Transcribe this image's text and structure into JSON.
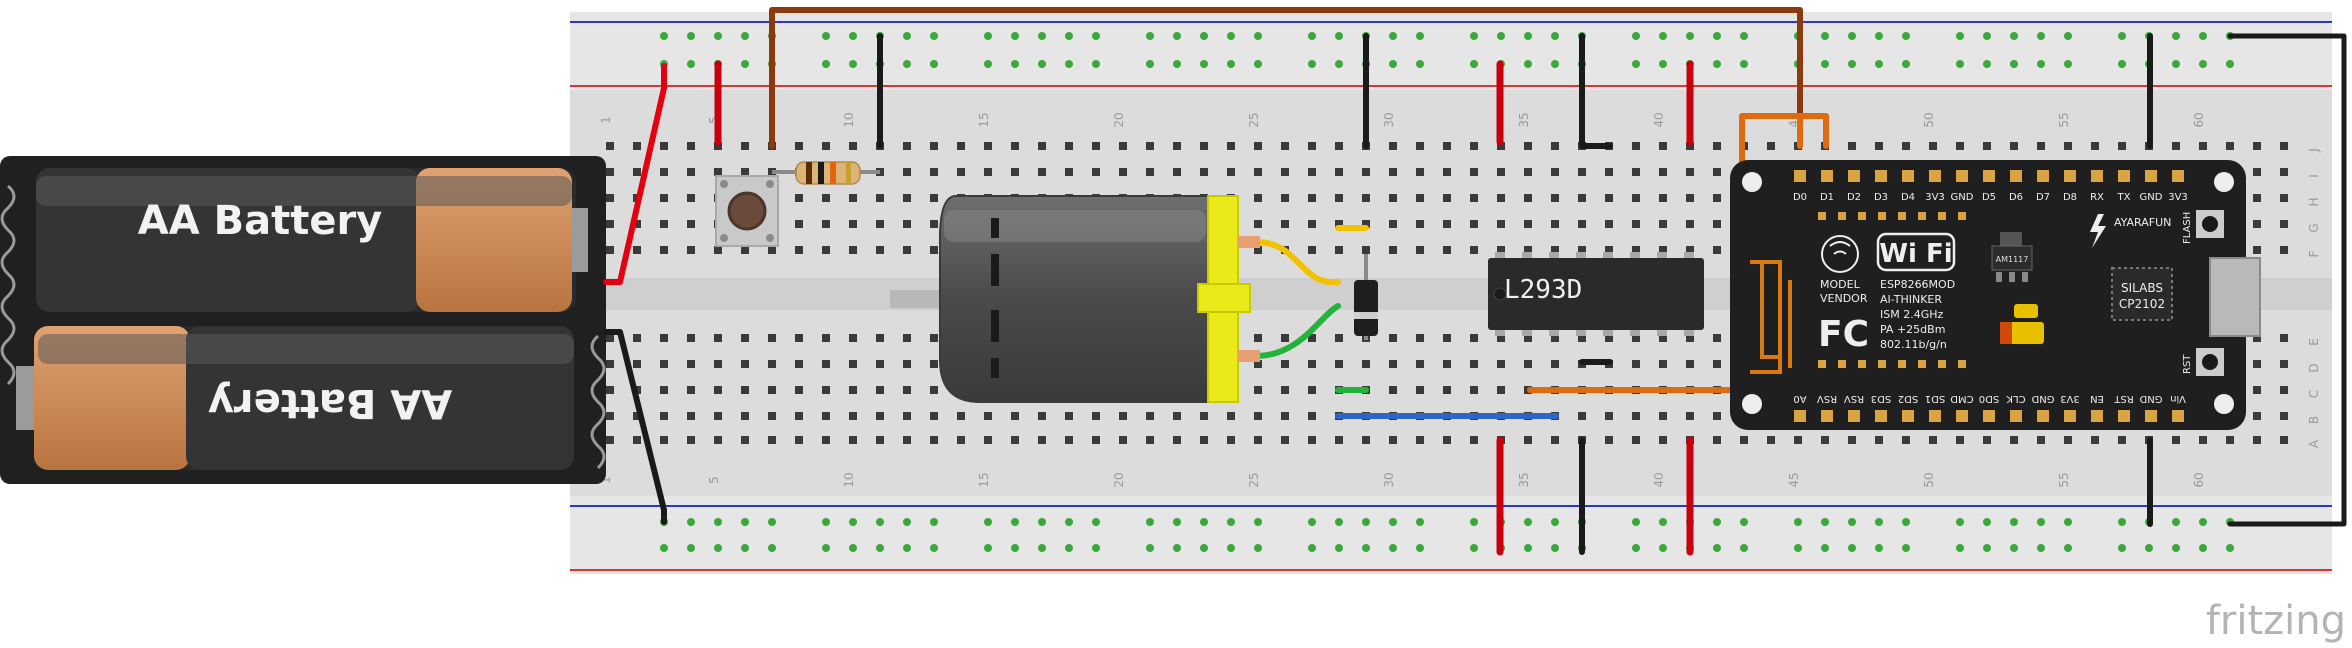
{
  "battery": {
    "label_top": "AA Battery",
    "label_bottom": "AA Battery"
  },
  "breadboard": {
    "column_numbers": [
      "1",
      "5",
      "10",
      "15",
      "20",
      "25",
      "30",
      "35",
      "40",
      "45",
      "50",
      "55",
      "60"
    ],
    "row_letters_top": [
      "J",
      "I",
      "H",
      "G",
      "F"
    ],
    "row_letters_bottom": [
      "E",
      "D",
      "C",
      "B",
      "A"
    ]
  },
  "ic": {
    "label": "L293D"
  },
  "nodemcu": {
    "pins_top": [
      "D0",
      "D1",
      "D2",
      "D3",
      "D4",
      "3V3",
      "GND",
      "D5",
      "D6",
      "D7",
      "D8",
      "RX",
      "TX",
      "GND",
      "3V3"
    ],
    "pins_bottom": [
      "A0",
      "RSV",
      "RSV",
      "SD3",
      "SD2",
      "SD1",
      "CMD",
      "SD0",
      "CLK",
      "GND",
      "3V3",
      "EN",
      "RST",
      "GND",
      "Vin"
    ],
    "model_label": "MODEL",
    "vendor_label": "VENDOR",
    "wifi_label": "Wi Fi",
    "module_lines": [
      "ESP8266MOD",
      "AI-THINKER",
      "ISM 2.4GHz",
      "PA +25dBm",
      "802.11b/g/n"
    ],
    "regulator": "AM1117",
    "brand": "AYARAFUN",
    "usb_chip_lines": [
      "SILABS",
      "CP2102"
    ],
    "flash_label": "FLASH",
    "rst_label": "RST",
    "fcc_label": "FC"
  },
  "watermark": "fritzing",
  "colors": {
    "red_wire": "#e3000f",
    "black_wire": "#222222",
    "brown_wire": "#8b3a0e",
    "orange_wire": "#e06a10",
    "blue_wire": "#2b66c8",
    "green_wire": "#22b33a",
    "yellow_wire": "#f2c200",
    "motor_cap": "#eaea18",
    "board_black": "#1f1f1f"
  }
}
